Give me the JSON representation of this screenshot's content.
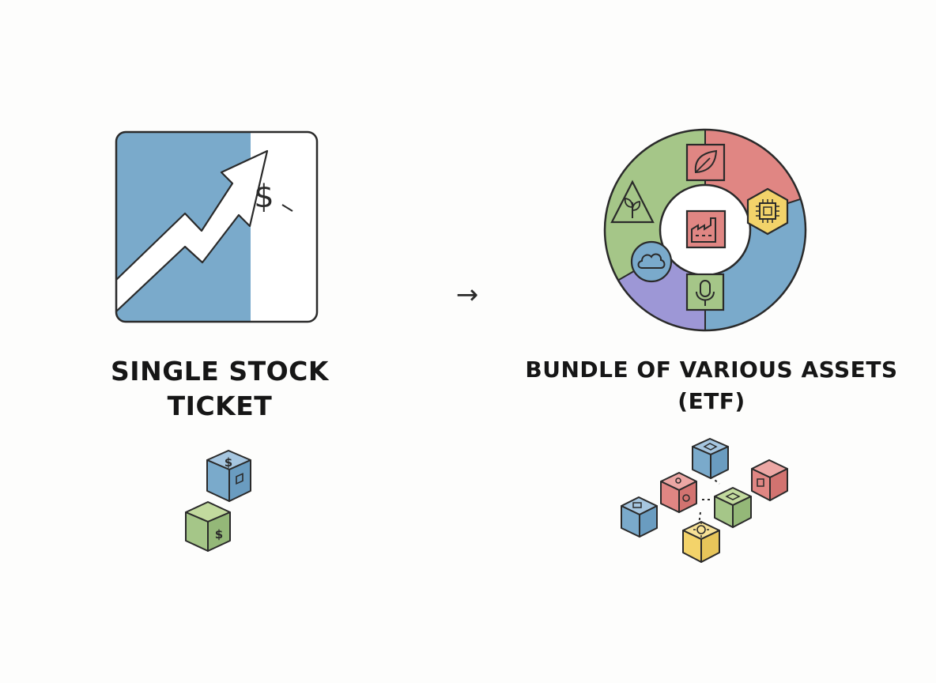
{
  "left": {
    "title_line1": "SINGLE STOCK",
    "title_line2": "TICKET",
    "chart_symbol": "$",
    "cube_symbol": "$"
  },
  "right": {
    "title_line1": "BUNDLE OF VARIOUS ASSETS",
    "title_line2": "(ETF)"
  },
  "connector": {
    "arrow": "→"
  },
  "colors": {
    "blue": "#7aaacb",
    "green": "#a5c688",
    "red": "#e08683",
    "yellow": "#f3d36a",
    "purple": "#9d97d6",
    "outline": "#2a2a2a"
  },
  "icons": {
    "ring_segments": [
      "leaf-icon",
      "chip-icon",
      "microphone-icon",
      "cloud-icon",
      "plant-triangle-icon"
    ],
    "center": "factory-icon"
  }
}
